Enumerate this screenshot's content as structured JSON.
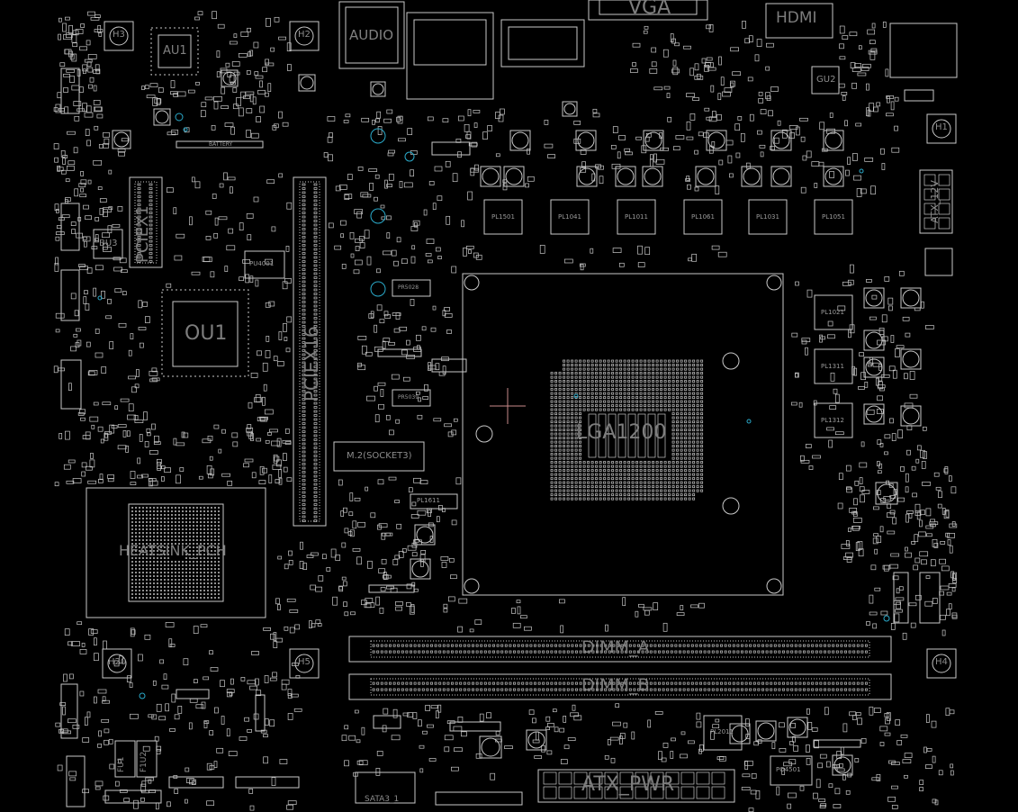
{
  "board": {
    "background": "#000000",
    "outline_color": "#c8c8c8",
    "via_color": "#2aa9c9",
    "cursor_color": "#c98a8a"
  },
  "labels": {
    "audio": "AUDIO",
    "vga": "VGA",
    "hdmi": "HDMI",
    "au1": "AU1",
    "ou1": "OU1",
    "bu3": "BU3",
    "h1": "H1",
    "h2": "H2",
    "h3": "H3",
    "h4": "H4",
    "h5": "H5",
    "h20": "H20",
    "gu2": "GU2",
    "pciex1": "PCIEX1",
    "pciex16": "PCIEX16",
    "m2": "M.2(SOCKET3)",
    "cpu": "LGA1200",
    "pch": "HEATSINK_PCH",
    "dimm_a": "DIMM_A",
    "dimm_b": "DIMM_B",
    "atx_pwr": "ATX_PWR",
    "atx_12v": "ATX_12V",
    "battery": "BATTERY",
    "sata": "SATA3_1",
    "pl1501": "PL1501",
    "pl1041": "PL1041",
    "pl1011": "PL1011",
    "pl1061": "PL1061",
    "pl1031": "PL1031",
    "pl1051": "PL1051",
    "pl1021": "PL1021",
    "pl1311": "PL1311",
    "pl1312": "PL1312",
    "pl1611": "PL1611",
    "pl2011": "PL2011",
    "pu4001": "PU4001",
    "po4501": "PO4501",
    "pr5028": "PR5028",
    "pr5039": "PR5039",
    "fu1": "FU1",
    "f1u2": "F1U2"
  }
}
